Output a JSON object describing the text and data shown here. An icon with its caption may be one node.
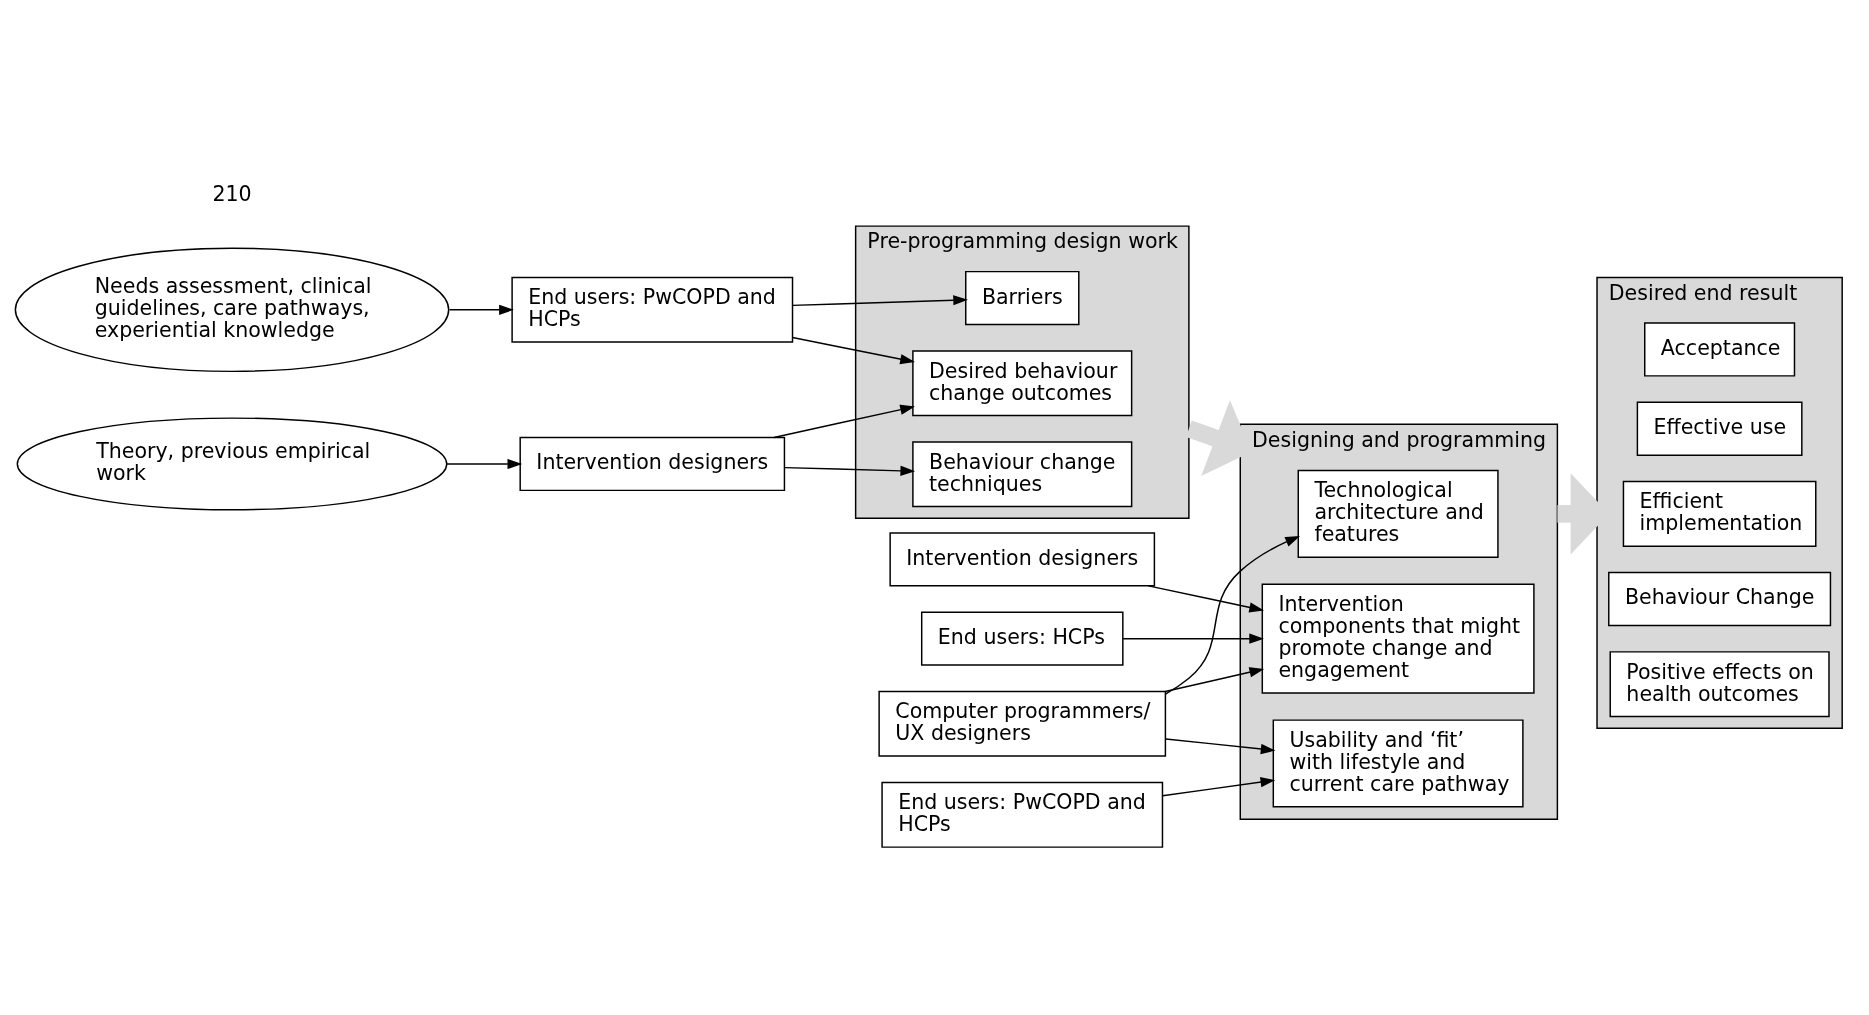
{
  "diagram": {
    "nodes": [
      {
        "text": [
          "Needs assessment, clinical guidelines, care pathways, experiential knowledge"
        ]
      },
      {
        "text": [
          "End users: PwCOPD and HCPs"
        ]
      },
      {
        "text": [
          "Intervention designers"
        ]
      },
      {
        "text": [
          "Theory, previous empirical work"
        ]
      },
      {
        "text": [
          "Pre-programming design work"
        ]
      },
      {
        "text": [
          "Barriers"
        ],
        "in": 4
      },
      {
        "text": [
          "Desired behaviour change outcomes"
        ],
        "in": 4
      },
      {
        "text": [
          "Behaviour change techniques"
        ],
        "in": 4
      },
      {
        "text": [
          "Intervention designers"
        ]
      },
      {
        "text": [
          "End users: HCPs"
        ]
      },
      {
        "text": [
          "Computer programmers/ UX designers"
        ]
      },
      {
        "text": [
          "End users: PwCOPD and HCPs"
        ]
      },
      {
        "text": [
          "Designing and programming"
        ]
      },
      {
        "text": [
          "Intervention components that might promote change and engagement"
        ],
        "in": 12
      },
      {
        "text": [
          "Technological architecture and features"
        ],
        "in": 12
      },
      {
        "text": [
          "Usability and ‘fit’ with lifestyle and current care pathway"
        ],
        "in": 12
      },
      {
        "text": [
          "Desired end result"
        ]
      },
      {
        "text": [
          "Acceptance"
        ],
        "in": 16
      },
      {
        "text": [
          "Effective use"
        ],
        "in": 16
      },
      {
        "text": [
          "Efficient implementation"
        ],
        "in": 16
      },
      {
        "text": [
          "Behaviour Change"
        ],
        "in": 16
      },
      {
        "text": [
          "Positive effects on health outcomes"
        ],
        "in": 16
      }
    ],
    "edges": [
      {
        "from": 0,
        "to": 1,
        "arrow": "to"
      },
      {
        "from": 3,
        "to": 2,
        "arrow": "to"
      },
      {
        "from": 1,
        "to": 5,
        "arrow": "to"
      },
      {
        "from": 1,
        "to": 6,
        "arrow": "to"
      },
      {
        "from": 2,
        "to": 6,
        "arrow": "to"
      },
      {
        "from": 2,
        "to": 7,
        "arrow": "to"
      },
      {
        "from": 8,
        "to": 13,
        "arrow": "to"
      },
      {
        "from": 9,
        "to": 13,
        "arrow": "to"
      },
      {
        "from": 10,
        "to": 13,
        "arrow": "to"
      },
      {
        "from": 10,
        "to": 14,
        "arrow": "to"
      },
      {
        "from": 10,
        "to": 15,
        "arrow": "to"
      },
      {
        "from": 11,
        "to": 15,
        "arrow": "to"
      },
      {
        "from": 4,
        "to": 12,
        "arrow": "to",
        "style": "thick",
        "color": "#d9d9d9"
      },
      {
        "from": 12,
        "to": 16,
        "arrow": "to",
        "style": "thick",
        "color": "#d9d9d9"
      }
    ],
    "labels": [
      "210"
    ]
  }
}
